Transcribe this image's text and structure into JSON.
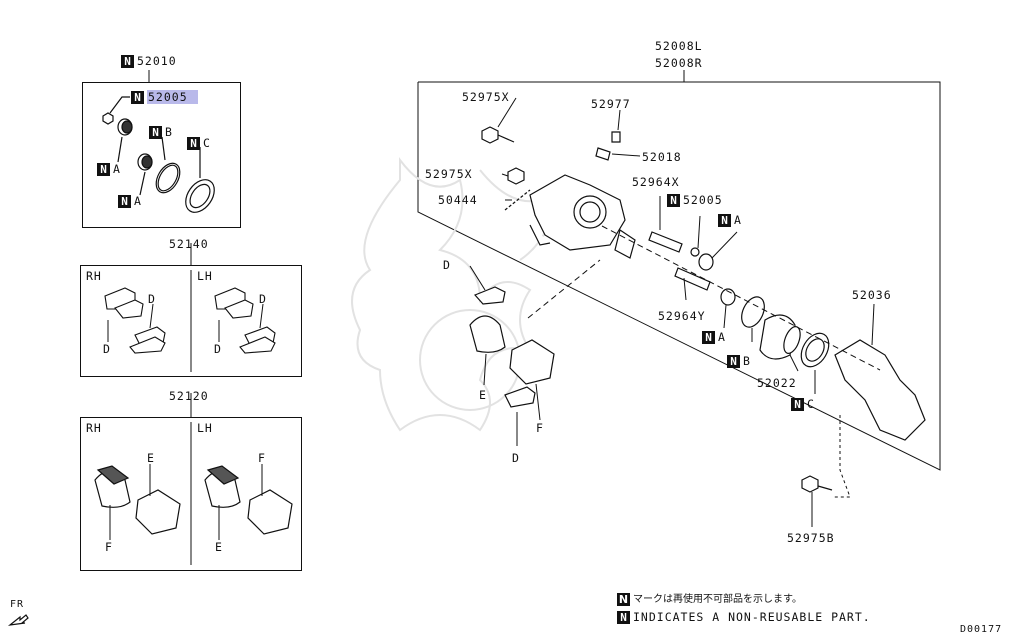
{
  "colors": {
    "highlight": "#b9b9ea",
    "ink": "#111111",
    "watermark": "#e4e4e4"
  },
  "icons": {
    "nonreusable": "n-square-icon",
    "direction": "fr-arrow-icon"
  },
  "n": "N",
  "kit_seal": {
    "number": "52010",
    "seal_number": "52005"
  },
  "kit_hardware": {
    "number": "52140",
    "rh": "RH",
    "lh": "LH"
  },
  "kit_pads": {
    "number": "52120",
    "rh": "RH",
    "lh": "LH"
  },
  "caliper": {
    "number_l": "52008L",
    "number_r": "52008R"
  },
  "parts": {
    "p52975x_a": "52975X",
    "p52977": "52977",
    "p52975x_b": "52975X",
    "p52018": "52018",
    "p50444": "50444",
    "p52964x": "52964X",
    "p52005": "52005",
    "p52964y": "52964Y",
    "p52036": "52036",
    "p52022": "52022",
    "p52975b": "52975B"
  },
  "letters": {
    "a": "A",
    "b": "B",
    "c": "C",
    "d": "D",
    "e": "E",
    "f": "F"
  },
  "legend": {
    "jp": "マークは再使用不可部品を示します。",
    "en": "INDICATES A NON-REUSABLE PART."
  },
  "footer": {
    "fr": "FR",
    "code": "D00177"
  }
}
